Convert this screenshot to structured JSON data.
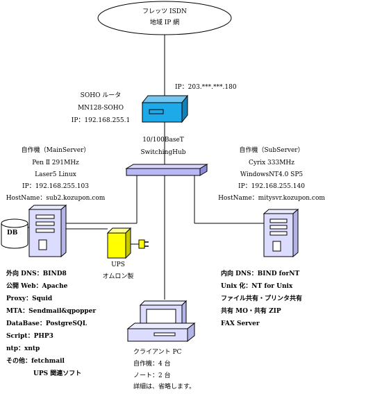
{
  "internet": {
    "line1": "フレッツ ISDN",
    "line2": "地域 IP 網"
  },
  "router": {
    "ip": "IP：203.***.***.180",
    "name": "SOHO ルータ",
    "model": "MN128-SOHO",
    "lan_ip": "IP：192.168.255.1"
  },
  "hub": {
    "line1": "10/100BaseT",
    "line2": "SwitchingHub"
  },
  "main_server": {
    "title": "自作機（MainServer）",
    "cpu": "Pen Ⅱ  291MHz",
    "os": "Laser5 Linux",
    "ip": "IP：192.168.255.103",
    "hostname": "HostName：sub2.kozupon.com",
    "services": [
      "外向 DNS：BIND8",
      "公開 Web：Apache",
      "Proxy：Squid",
      "MTA：Sendmail&qpopper",
      "DataBase：PostgreSQL",
      "Script：PHP3",
      "ntp：xntp",
      "その他：fetchmail",
      "UPS 関連ソフト"
    ]
  },
  "db": {
    "label": "DB"
  },
  "ups": {
    "label": "UPS",
    "maker": "オムロン製"
  },
  "sub_server": {
    "title": "自作機（SubServer）",
    "cpu": "Cyrix 333MHz",
    "os": "WindowsNT4.0 SP5",
    "ip": "IP：192.168.255.140",
    "hostname": "HostName：mitysvr.kozupon.com",
    "services": [
      "内向 DNS：BIND forNT",
      "Unix 化：NT for Unix",
      "ファイル共有・プリンタ共有",
      "共有 MO・共有 ZIP",
      "FAX Server"
    ]
  },
  "client": {
    "title": "クライアント PC",
    "lines": [
      "自作機：4 台",
      "ノート：2 台",
      "詳細は、省略します。"
    ]
  },
  "colors": {
    "router_fill": "#1ea9e8",
    "hub_fill": "#b8b8f4",
    "server_fill": "#dcdcff",
    "ups_fill": "#ffff00",
    "line": "#000000"
  }
}
